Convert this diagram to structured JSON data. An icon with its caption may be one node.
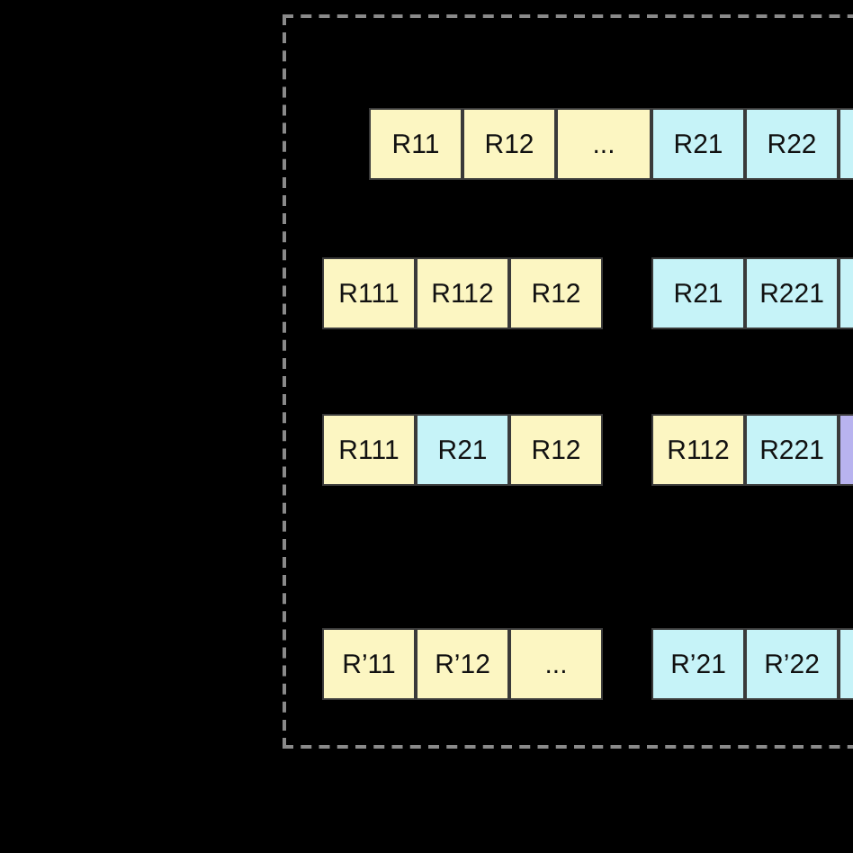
{
  "diagram": {
    "nodes": [
      {
        "text": [],
        "shape": "box"
      },
      {
        "text": [
          "R11"
        ],
        "in": 0
      },
      {
        "text": [
          "R12"
        ],
        "in": 0
      },
      {
        "text": [
          "..."
        ],
        "in": 0
      },
      {
        "text": [
          "R21"
        ],
        "in": 0
      },
      {
        "text": [
          "R22"
        ],
        "in": 0
      },
      {
        "text": [],
        "shape": "box",
        "in": 0
      },
      {
        "text": [
          "R111"
        ],
        "in": 0
      },
      {
        "text": [
          "R112"
        ],
        "in": 0
      },
      {
        "text": [
          "R12"
        ],
        "in": 0
      },
      {
        "text": [
          "R21"
        ],
        "in": 0
      },
      {
        "text": [
          "R221"
        ],
        "in": 0
      },
      {
        "text": [],
        "shape": "box",
        "in": 0
      },
      {
        "text": [
          "R111"
        ],
        "in": 0
      },
      {
        "text": [
          "R21"
        ],
        "in": 0
      },
      {
        "text": [
          "R12"
        ],
        "in": 0
      },
      {
        "text": [
          "R112"
        ],
        "in": 0
      },
      {
        "text": [
          "R221"
        ],
        "in": 0
      },
      {
        "text": [],
        "shape": "box",
        "in": 0
      },
      {
        "text": [
          "R’11"
        ],
        "in": 0
      },
      {
        "text": [
          "R’12"
        ],
        "in": 0
      },
      {
        "text": [
          "..."
        ],
        "in": 0
      },
      {
        "text": [
          "R’21"
        ],
        "in": 0
      },
      {
        "text": [
          "R’22"
        ],
        "in": 0
      },
      {
        "text": [],
        "shape": "box",
        "in": 0
      }
    ]
  }
}
